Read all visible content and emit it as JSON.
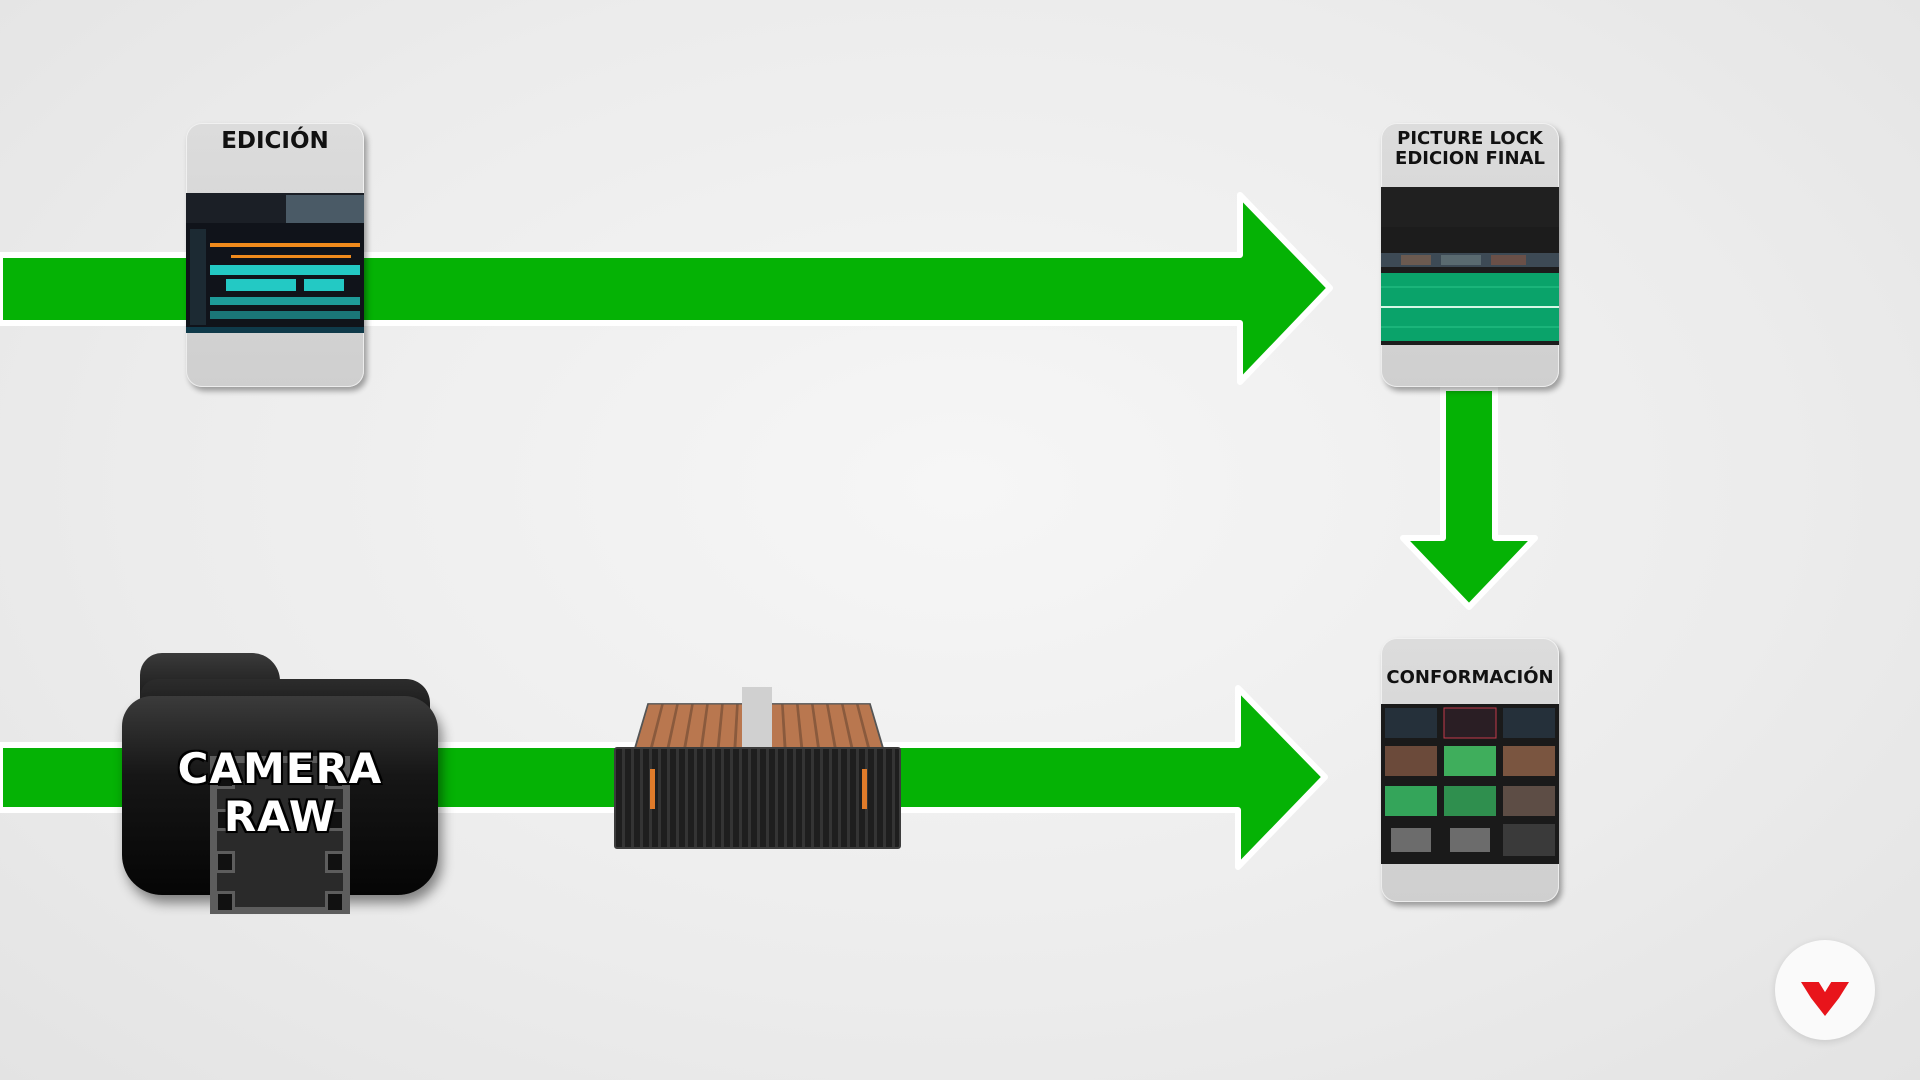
{
  "nodes": {
    "edicion": {
      "title": "EDICIÓN"
    },
    "picture_lock": {
      "title_line1": "PICTURE LOCK",
      "title_line2": "EDICION FINAL"
    },
    "conformacion": {
      "title": "CONFORMACIÓN"
    },
    "camera_raw": {
      "line1": "CAMERA",
      "line2": "RAW",
      "icon": "folder-film-icon"
    },
    "storage": {
      "icon": "storage-server-icon"
    }
  },
  "flow": [
    {
      "from": "edicion",
      "to": "picture_lock"
    },
    {
      "from": "picture_lock",
      "to": "conformacion"
    },
    {
      "from": "camera_raw",
      "to": "conformacion"
    }
  ],
  "colors": {
    "arrow": "#05b205",
    "arrow_outline": "#ffffff",
    "card": "#d6d6d6",
    "timeline_teal": "#23c9c4",
    "timeline_orange": "#f08a1c",
    "audio_green": "#0aa36a",
    "logo_red": "#e8141b"
  },
  "logo": {
    "icon": "brand-logo-icon"
  }
}
